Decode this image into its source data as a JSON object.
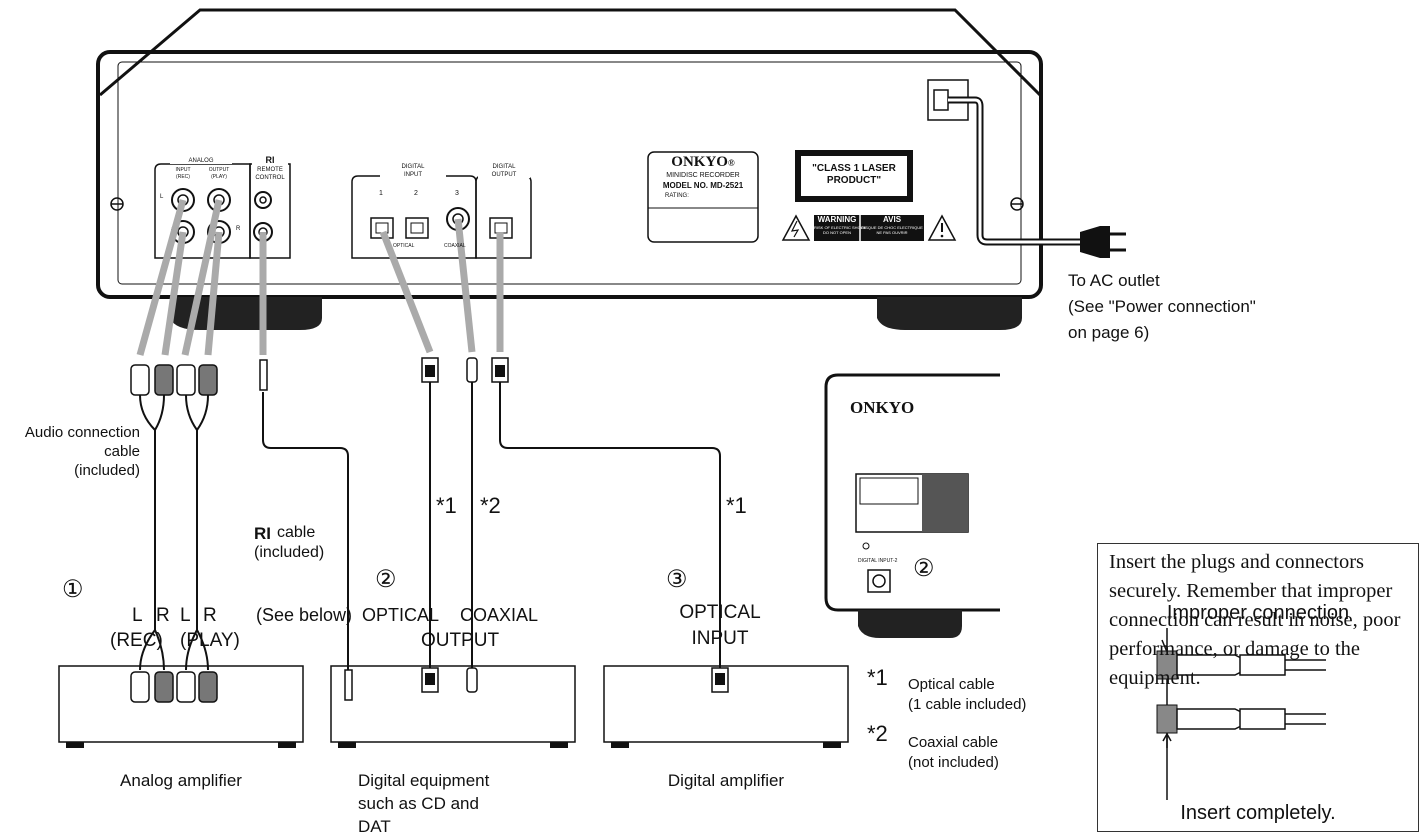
{
  "device": {
    "brand": "ONKYO",
    "brand_mark": "®",
    "model_line1": "MINIDISC RECORDER",
    "model_line2": "MODEL NO. MD-2521",
    "rating": "RATING:",
    "laser_label": "\"CLASS 1 LASER PRODUCT\"",
    "warning_title": "WARNING",
    "warning_sub1": "RISK OF ELECTRIC SHOCK",
    "warning_sub2": "DO NOT OPEN",
    "avis_title": "AVIS",
    "avis_sub1": "RISQUE DE CHOC ELECTRIQUE",
    "avis_sub2": "NE PAS OUVRIR"
  },
  "panel": {
    "analog": "ANALOG",
    "input_label": "INPUT",
    "input_sub": "(REC)",
    "output_label": "OUTPUT",
    "output_sub": "(PLAY)",
    "remote_icon": "RI",
    "remote_line1": "REMOTE",
    "remote_line2": "CONTROL",
    "digital_input_line1": "DIGITAL",
    "digital_input_line2": "INPUT",
    "digital_output_line1": "DIGITAL",
    "digital_output_line2": "OUTPUT",
    "port1": "1",
    "port2": "2",
    "port3": "3",
    "optical": "OPTICAL",
    "coaxial": "COAXIAL",
    "ch_l": "L",
    "ch_r": "R"
  },
  "ac_outlet": {
    "line1": "To AC outlet",
    "line2": "(See \"Power connection\"",
    "line3": "on page 6)"
  },
  "cables": {
    "audio_line1": "Audio connection",
    "audio_line2": "cable",
    "audio_line3": "(included)",
    "ri_icon": "RI",
    "ri_label": "cable",
    "ri_sub": "(included)",
    "star1": "*1",
    "star2": "*2",
    "star1_b": "*1"
  },
  "ports": {
    "circle1": "①",
    "circle2": "②",
    "circle3": "③",
    "l1": "L",
    "r1": "R",
    "l2": "L",
    "r2": "R",
    "rec": "(REC)",
    "play": "(PLAY)",
    "see_below": "(See below)",
    "optical": "OPTICAL",
    "coaxial": "COAXIAL",
    "output": "OUTPUT",
    "optical_in": "OPTICAL",
    "input": "INPUT"
  },
  "front_panel": {
    "brand": "ONKYO",
    "port_label": "DIGITAL INPUT-2",
    "circle2": "②"
  },
  "legend": {
    "star1": "*1",
    "star1_text": "Optical cable",
    "star1_sub": "(1 cable included)",
    "star2": "*2",
    "star2_text": "Coaxial cable",
    "star2_sub": "(not included)"
  },
  "equipment": {
    "analog": "Analog amplifier",
    "digital_line1": "Digital equipment",
    "digital_line2": "such as CD and",
    "digital_line3": "DAT",
    "digital_amp": "Digital amplifier"
  },
  "note": {
    "text": "Insert the plugs and connectors securely. Remember that improper connection can result in noise, poor performance, or damage to the equipment.",
    "improper": "Improper connection",
    "insert": "Insert completely."
  }
}
